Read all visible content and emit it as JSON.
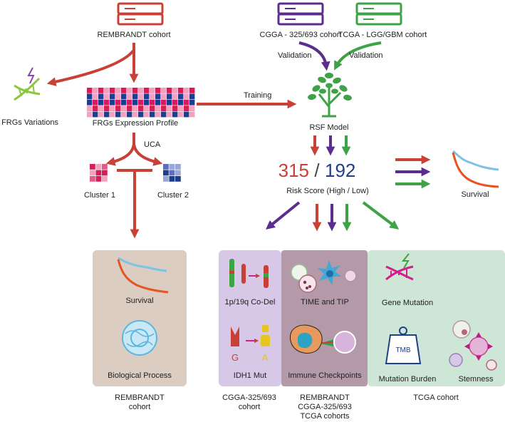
{
  "colors": {
    "red": "#c94036",
    "purple": "#5b2d8e",
    "green": "#3ea247",
    "blue_num": "#1f3f8a",
    "tan_panel": "#dbcdc2",
    "lavender_panel": "#d8c8e8",
    "mauve_panel": "#b49aa8",
    "mint_panel": "#cde6d6",
    "heat_dark": "#d61d5a",
    "heat_light": "#f2a1bf",
    "heat_navy": "#1e3d8c",
    "curve_orange": "#e8531f",
    "curve_blue": "#7cc3e6"
  },
  "servers": {
    "rembrandt": "REMBRANDT cohort",
    "cgga": "CGGA - 325/693 cohort",
    "tcga": "TCGA - LGG/GBM cohort"
  },
  "arrows": {
    "validation_left": "Validation",
    "validation_right": "Validation",
    "training": "Training",
    "uca": "UCA"
  },
  "nodes": {
    "frgs_variations": "FRGs Variations",
    "frgs_expression": "FRGs Expression Profile",
    "cluster1": "Cluster 1",
    "cluster2": "Cluster 2",
    "rsf_model": "RSF Model",
    "risk_high": "315",
    "risk_sep": "/",
    "risk_low": "192",
    "risk_label": "Risk Score (High / Low)",
    "survival_right": "Survival"
  },
  "panels": {
    "bio_survival": "Survival",
    "bio_process": "Biological Process",
    "codel": "1p/19q Co-Del",
    "idh_g": "G",
    "idh_a": "A",
    "idh": "IDH1 Mut",
    "time_tip": "TIME and TIP",
    "checkpoints": "Immune Checkpoints",
    "gene_mutation": "Gene Mutation",
    "tmb": "TMB",
    "mutation_burden": "Mutation Burden",
    "stemness": "Stemness"
  },
  "cohort_labels": {
    "rembrandt": [
      "REMBRANDT",
      "cohort"
    ],
    "cgga": [
      "CGGA-325/693",
      "cohort"
    ],
    "combined": [
      "REMBRANDT",
      "CGGA-325/693",
      "TCGA cohorts"
    ],
    "tcga": [
      "TCGA cohort"
    ]
  }
}
